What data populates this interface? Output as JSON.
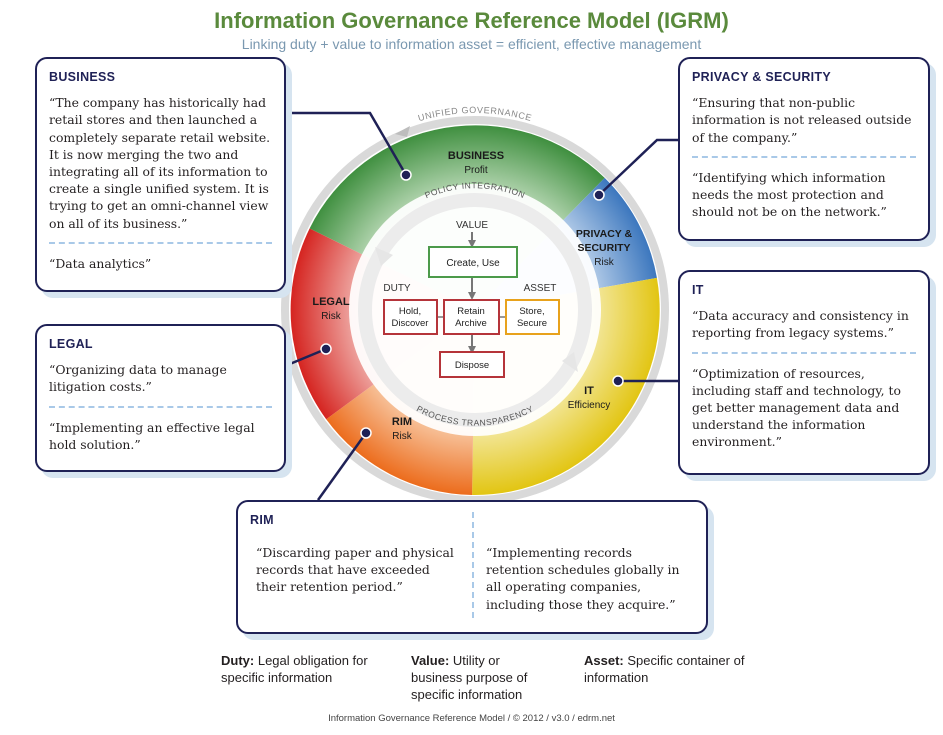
{
  "title": "Information Governance Reference Model (IGRM)",
  "subtitle": "Linking duty + value to information asset = efficient, effective management",
  "wheel": {
    "segments": {
      "business": {
        "name": "BUSINESS",
        "sub": "Profit",
        "color": "#4c9a4a"
      },
      "privacy": {
        "name_line1": "PRIVACY &",
        "name_line2": "SECURITY",
        "sub": "Risk",
        "color": "#4f86c6"
      },
      "it": {
        "name": "IT",
        "sub": "Efficiency",
        "color": "#e8cf20"
      },
      "rim": {
        "name": "RIM",
        "sub": "Risk",
        "color": "#ee7722"
      },
      "legal": {
        "name": "LEGAL",
        "sub": "Risk",
        "color": "#d92c2a"
      }
    },
    "ring_labels": {
      "unified": "UNIFIED GOVERNANCE",
      "policy": "POLICY INTEGRATION",
      "process": "PROCESS TRANSPARENCY"
    },
    "center": {
      "value": "VALUE",
      "duty": "DUTY",
      "asset": "ASSET",
      "create_use": "Create, Use",
      "hold_l1": "Hold,",
      "hold_l2": "Discover",
      "retain_l1": "Retain",
      "retain_l2": "Archive",
      "store_l1": "Store,",
      "store_l2": "Secure",
      "dispose": "Dispose"
    }
  },
  "cards": {
    "business": {
      "heading": "BUSINESS",
      "quote1": "“The company has historically had retail stores and then launched a completely separate retail website. It is now merging the two and integrating all of its information to create a single unified system. It is trying to get an omni-channel view on all of its business.”",
      "quote2": "“Data analytics”"
    },
    "legal": {
      "heading": "LEGAL",
      "quote1": "“Organizing data to manage litigation costs.”",
      "quote2": "“Implementing an effective legal hold solution.”"
    },
    "privacy": {
      "heading": "PRIVACY & SECURITY",
      "quote1": "“Ensuring that non-public information is not released outside of the company.”",
      "quote2": "“Identifying which information needs the most protection and should not be on the network.”"
    },
    "it": {
      "heading": "IT",
      "quote1": "“Data accuracy and consistency in reporting from legacy systems.”",
      "quote2": "“Optimization of resources, including staff and technology, to get better management data and understand the information environment.”"
    },
    "rim": {
      "heading": "RIM",
      "quote1": "“Discarding paper and physical records that have exceeded their retention period.”",
      "quote2": "“Implementing records retention schedules globally in all operating companies, including those they acquire.”"
    }
  },
  "legend": {
    "duty_term": "Duty:",
    "duty_def": "Legal obligation for specific information",
    "value_term": "Value:",
    "value_def": "Utility or business purpose of specific information",
    "asset_term": "Asset:",
    "asset_def": "Specific container of information"
  },
  "footer": "Information Governance Reference Model / © 2012 / v3.0 / edrm.net"
}
